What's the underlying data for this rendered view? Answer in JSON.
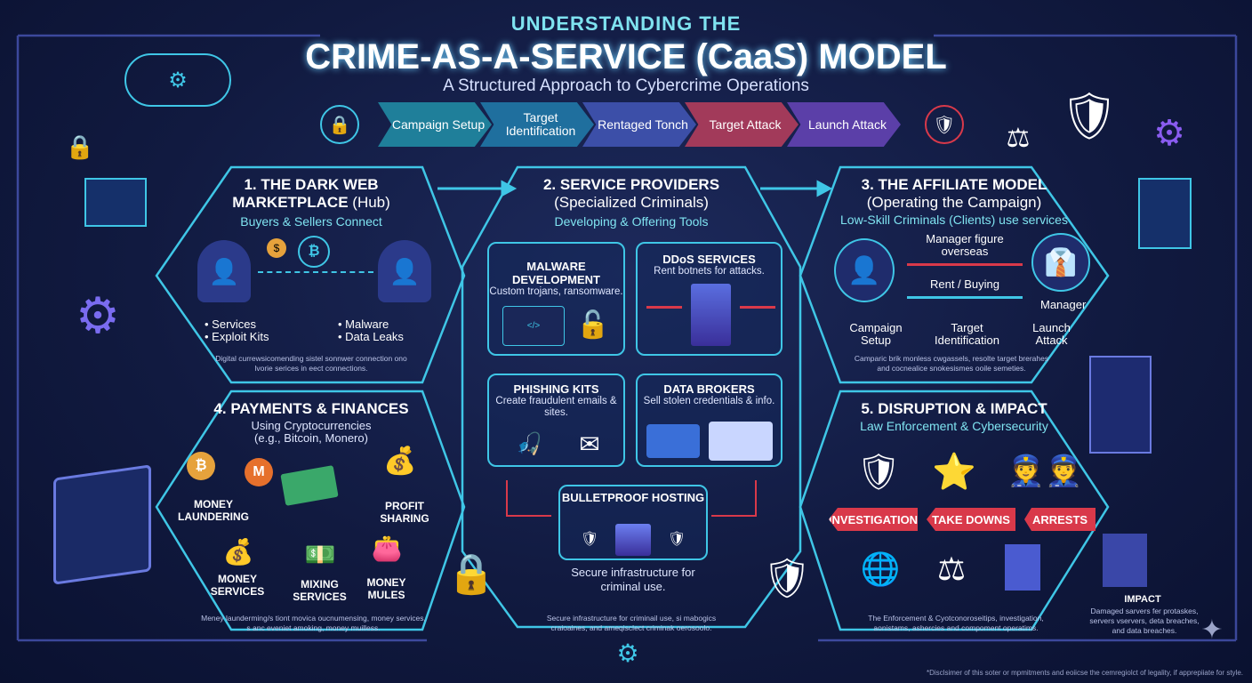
{
  "title": {
    "line1": "UNDERSTANDING THE",
    "line2": "CRIME-AS-A-SERVICE (CaaS) MODEL",
    "subtitle": "A Structured Approach to Cybercrime Operations"
  },
  "flow": [
    {
      "label": "Campaign Setup"
    },
    {
      "label": "Target Identification"
    },
    {
      "label": "Rentaged Tonch"
    },
    {
      "label": "Target Attack"
    },
    {
      "label": "Launch Attack"
    }
  ],
  "panel1": {
    "title": "1. THE DARK WEB",
    "title2": "MARKETPLACE",
    "title_suffix": "(Hub)",
    "subtitle": "Buyers & Sellers Connect",
    "left": [
      "• Services",
      "• Exploit Kits"
    ],
    "right": [
      "• Malware",
      "• Data Leaks"
    ],
    "note": "Digital currewsicomending sistel sonnwer connection ono lvorie serices in eect connections."
  },
  "panel2": {
    "title": "2. SERVICE PROVIDERS",
    "title_suffix": "(Specialized Criminals)",
    "subtitle": "Developing & Offering Tools",
    "boxes": [
      {
        "title": "MALWARE DEVELOPMENT",
        "desc": "Custom trojans, ransomware."
      },
      {
        "title": "DDoS SERVICES",
        "desc": "Rent botnets for attacks."
      },
      {
        "title": "PHISHING KITS",
        "desc": "Create fraudulent emails & sites."
      },
      {
        "title": "DATA BROKERS",
        "desc": "Sell stolen credentials & info."
      },
      {
        "title": "BULLETPROOF HOSTING",
        "desc": "Secure infrastructure for criminal use."
      }
    ],
    "note": "Secure infrastructure for criminail use, si mabogics craioaines, and ameqisclect criminak oerosoolo."
  },
  "panel3": {
    "title": "3. THE AFFILIATE MODEL",
    "title_suffix": "(Operating the Campaign)",
    "subtitle": "Low-Skill Criminals (Clients) use services",
    "manager_note": "Manager figure overseas",
    "rent": "Rent / Buying",
    "manager": "Manager",
    "steps": [
      "Campaign Setup",
      "Target Identification",
      "Launch Attack"
    ],
    "note": "Camparic brik monless cwgassels, resolte target brerahes and cocnealice snokesismes ooile semeties."
  },
  "panel4": {
    "title": "4. PAYMENTS & FINANCES",
    "subtitle": "Using Cryptocurrencies",
    "subtitle2": "(e.g., Bitcoin, Monero)",
    "items": [
      "MONEY LAUNDERING",
      "PROFIT SHARING",
      "MONEY SERVICES",
      "MIXING SERVICES",
      "MONEY MULES"
    ],
    "note": "Meney launderming/s tiont movica oucnumensing, money services, s anc eveniet amoking, money muilless."
  },
  "panel5": {
    "title": "5. DISRUPTION & IMPACT",
    "subtitle": "Law Enforcement & Cybersecurity",
    "actions": [
      "INVESTIGATION",
      "TAKE DOWNS",
      "ARRESTS"
    ],
    "note": "The Enforcement & Cyotconoroseitips, investigation, aonistams, ashercies and compoment operatims."
  },
  "impact": {
    "title": "IMPACT",
    "desc": "Damaged sarvers fer protaskes, servers vservers, deta breaches, and data breaches."
  },
  "disclaimer": "*Disclsimer of this soter or mpmitments and eoiicse the cemregiolct of legality, if apprepiiate for style.",
  "colors": {
    "cyan": "#3fc6e6",
    "red": "#d9394a",
    "purple": "#8a5cf0",
    "bg": "#111a40"
  }
}
